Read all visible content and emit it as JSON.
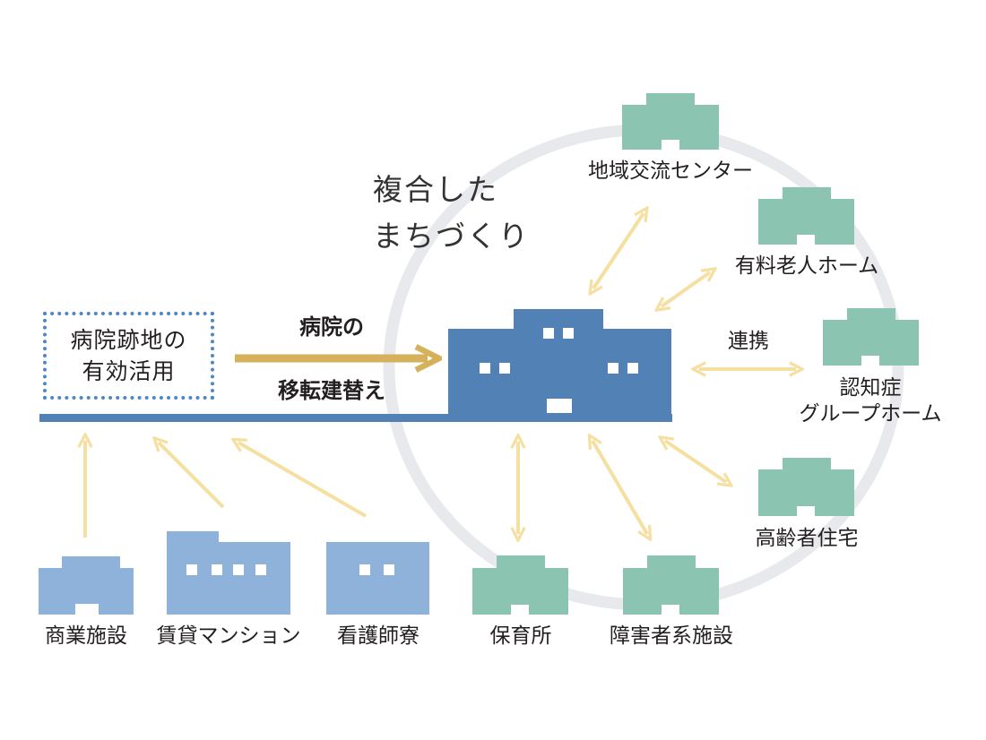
{
  "title": {
    "line1": "複合した",
    "line2": "まちづくり"
  },
  "vacant_site": {
    "line1": "病院跡地の",
    "line2": "有効活用"
  },
  "relocation": {
    "line1": "病院の",
    "line2": "移転建替え"
  },
  "link_label": "連携",
  "facilities_linked": {
    "community_center": "地域交流センター",
    "nursing_home": "有料老人ホーム",
    "group_home_line1": "認知症",
    "group_home_line2": "グループホーム",
    "elderly_housing": "高齢者住宅",
    "daycare": "保育所",
    "disability_facility": "障害者系施設"
  },
  "facilities_site": {
    "commercial": "商業施設",
    "rental": "賃貸マンション",
    "dormitory": "看護師寮"
  },
  "colors": {
    "hospital_blue": "#5181b5",
    "site_blue": "#8fb2da",
    "facility_green": "#8cc4b2",
    "arrow_yellow": "#f5e0a1",
    "arrow_gold": "#d6b15b",
    "circle_gray": "#e8e9ec",
    "dotted_blue": "#4f86c6"
  }
}
